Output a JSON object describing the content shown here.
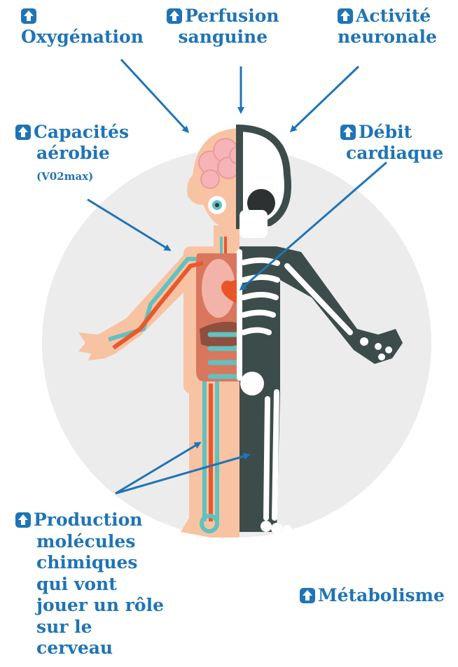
{
  "labels": {
    "oxygenation": "Oxygénation",
    "perfusion": [
      "Perfusion",
      "sanguine"
    ],
    "neuronal": [
      "Activité",
      "neuronale"
    ],
    "aerobic": [
      "Capacités",
      "aérobie"
    ],
    "aerobic_note": "(V02max)",
    "cardiac": [
      "Débit",
      "cardiaque"
    ],
    "production": [
      "Production",
      "molécules",
      "chimiques",
      "qui vont",
      "jouer un rôle",
      "sur le",
      "cerveau"
    ],
    "metabolism": "Métabolisme"
  },
  "icons": [
    "up-arrow-icon"
  ],
  "colors": {
    "label": "#1f74b6",
    "circle": "#ececec",
    "skin": "#f8c3a2",
    "skeleton": "#3c4c4b",
    "artery": "#e8582e",
    "vein": "#5fc2c0",
    "heart": "#e8552a"
  }
}
